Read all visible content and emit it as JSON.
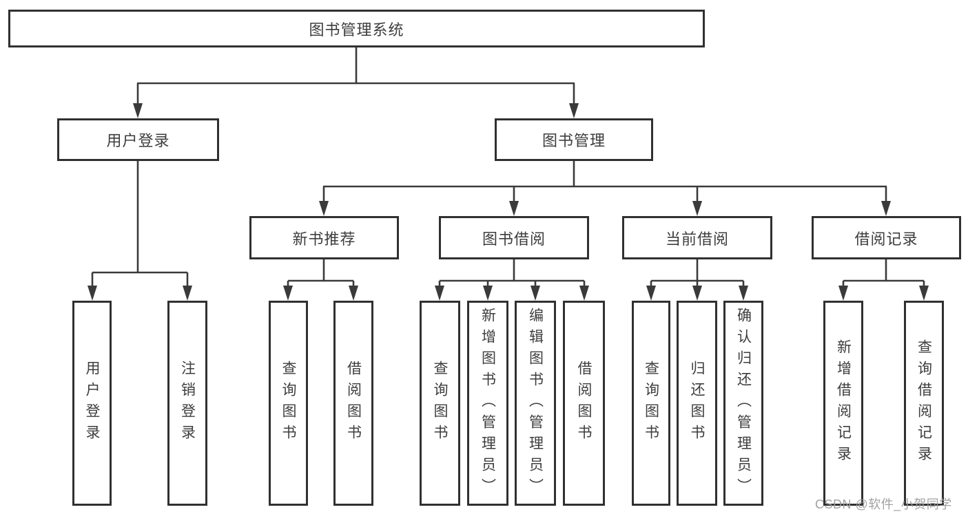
{
  "tree": {
    "label": "图书管理系统",
    "children": [
      {
        "label": "用户登录",
        "children": [
          {
            "label": "用户登录"
          },
          {
            "label": "注销登录"
          }
        ]
      },
      {
        "label": "图书管理",
        "children": [
          {
            "label": "新书推荐",
            "children": [
              {
                "label": "查询图书"
              },
              {
                "label": "借阅图书"
              }
            ]
          },
          {
            "label": "图书借阅",
            "children": [
              {
                "label": "查询图书"
              },
              {
                "label": "新增图书（管理员）"
              },
              {
                "label": "编辑图书（管理员）"
              },
              {
                "label": "借阅图书"
              }
            ]
          },
          {
            "label": "当前借阅",
            "children": [
              {
                "label": "查询图书"
              },
              {
                "label": "归还图书"
              },
              {
                "label": "确认归还（管理员）"
              }
            ]
          },
          {
            "label": "借阅记录",
            "children": [
              {
                "label": "新增借阅记录"
              },
              {
                "label": "查询借阅记录"
              }
            ]
          }
        ]
      }
    ]
  },
  "watermark": {
    "text": "CSDN @软件_小贺同学"
  },
  "colors": {
    "line": "#3a3a3a",
    "border": "#303030",
    "text": "#3d3d3d",
    "background": "#ffffff",
    "watermark": "#9c9c9c"
  }
}
